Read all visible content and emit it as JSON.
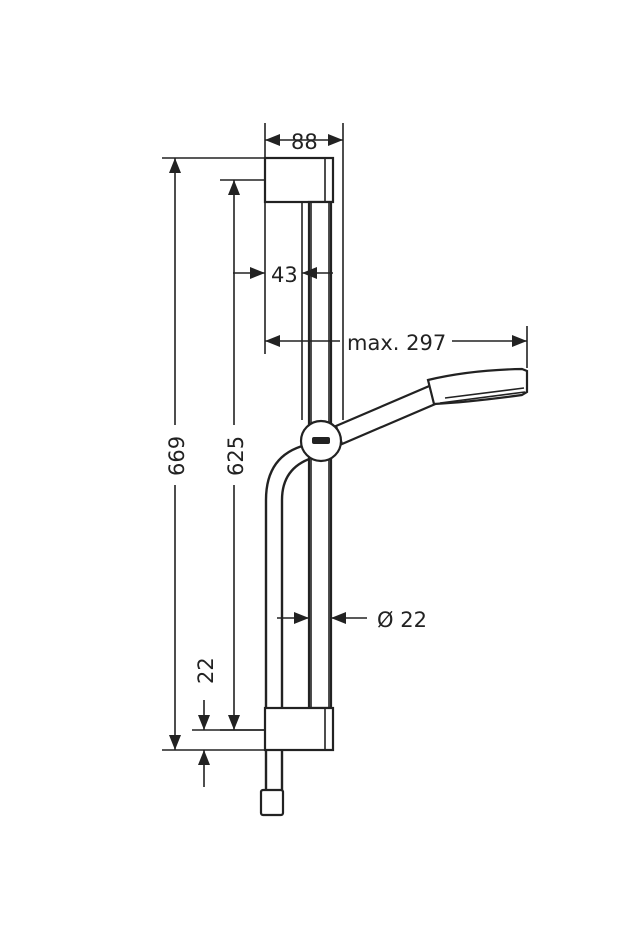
{
  "dimensions": {
    "width_top": "88",
    "rail_offset": "43",
    "max_reach": "max. 297",
    "overall_height": "669",
    "rail_length": "625",
    "bottom_offset": "22",
    "rail_diameter": "Ø 22"
  }
}
